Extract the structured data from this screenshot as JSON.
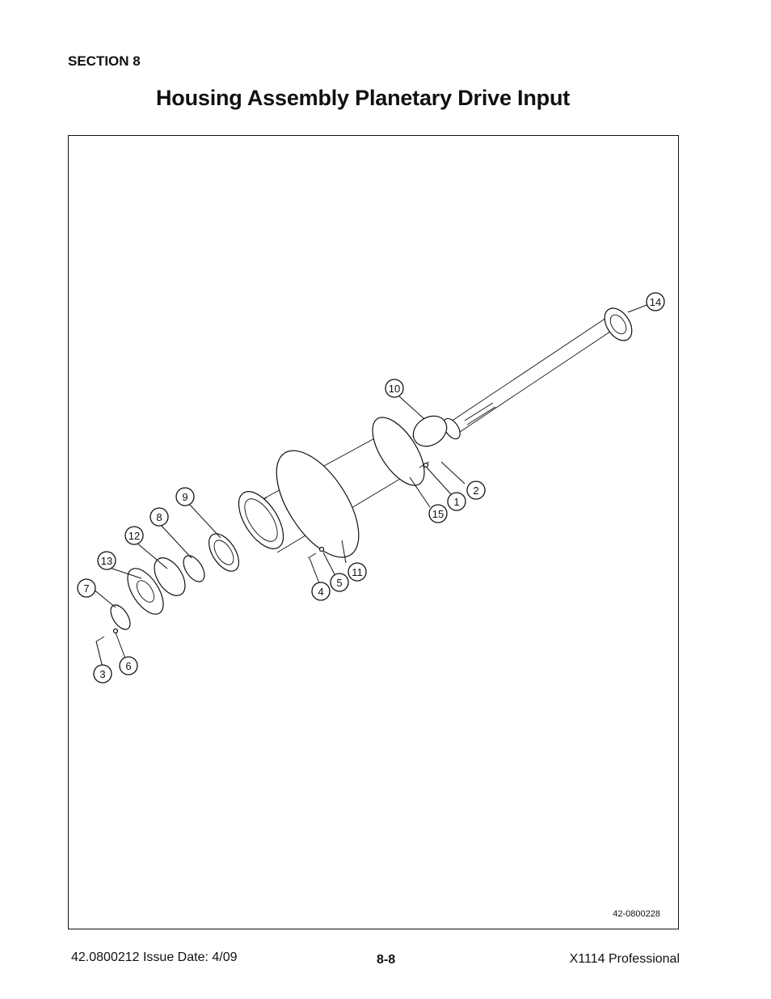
{
  "header": {
    "section": "SECTION 8",
    "title": "Housing Assembly Planetary Drive Input"
  },
  "figure": {
    "drawing_number": "42-0800228",
    "callouts": [
      "14",
      "10",
      "9",
      "8",
      "12",
      "13",
      "7",
      "2",
      "1",
      "15",
      "11",
      "5",
      "4",
      "3",
      "6"
    ]
  },
  "footer": {
    "doc_info": "42.0800212  Issue Date: 4/09",
    "page_number": "8-8",
    "model": "X1114 Professional"
  }
}
